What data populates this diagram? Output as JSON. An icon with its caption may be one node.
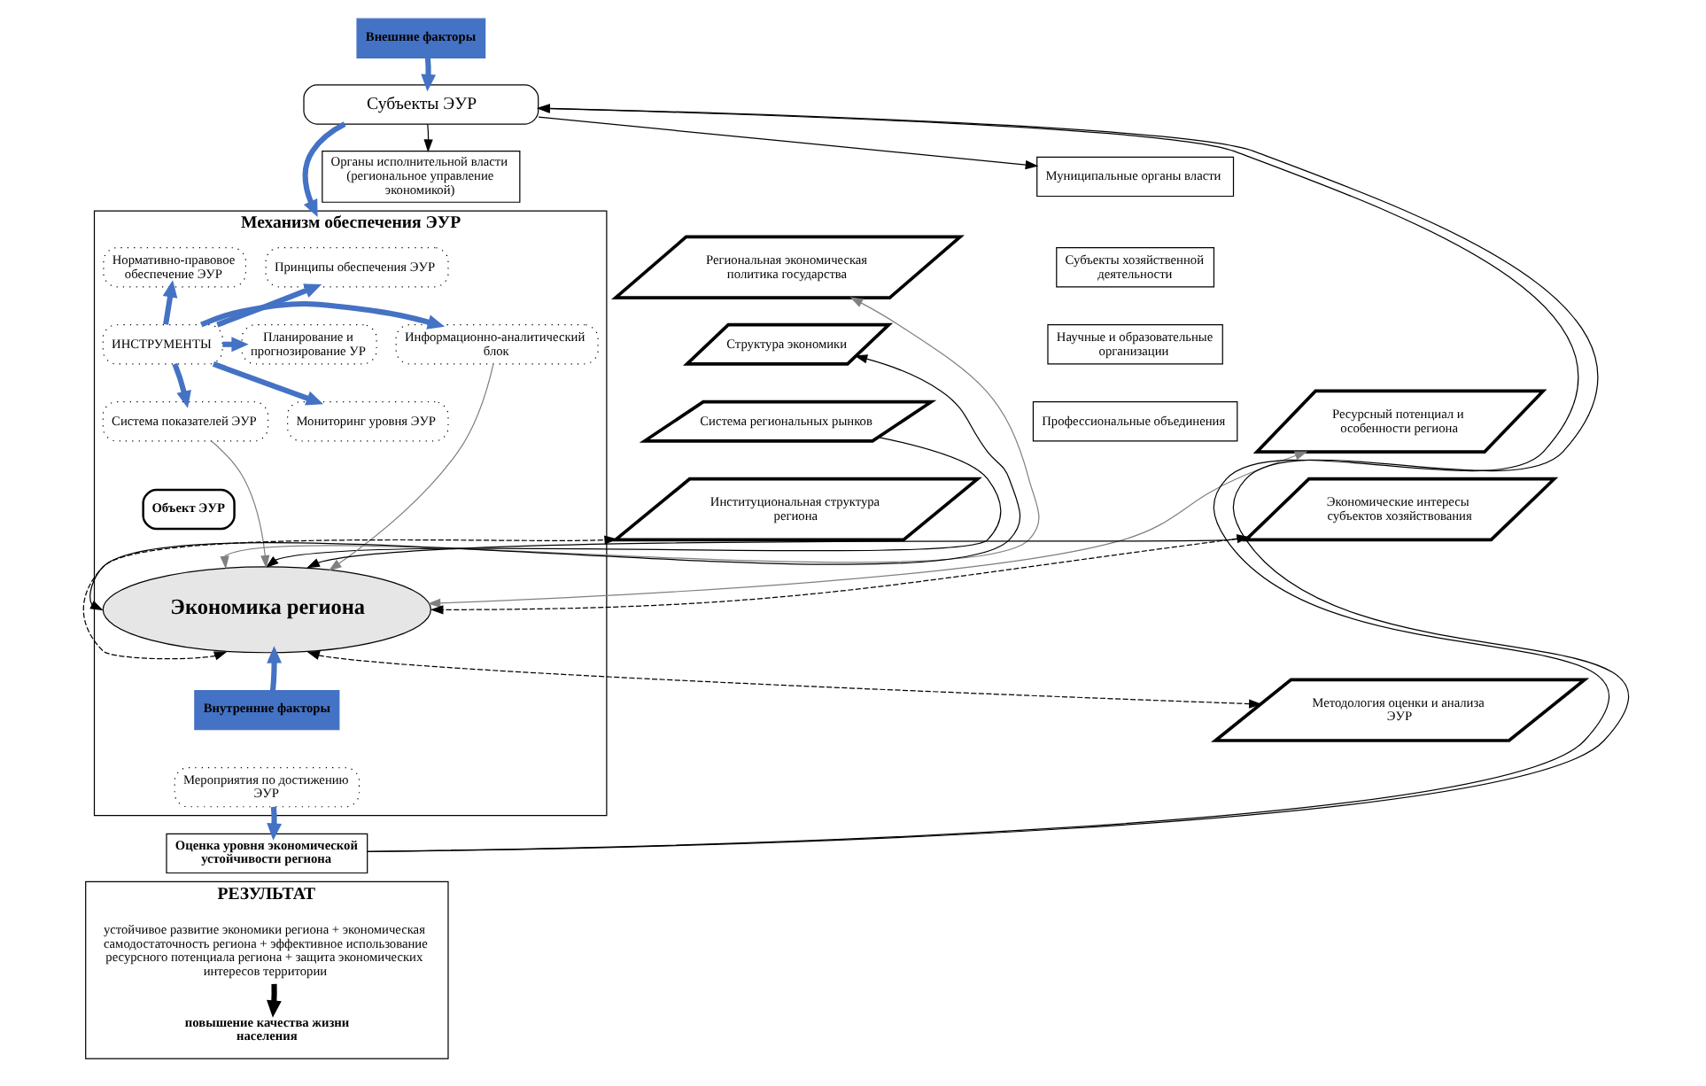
{
  "diagram": {
    "nodes": [
      {
        "text": [
          "Внешние факторы"
        ]
      },
      {
        "text": [
          "Субъекты ЭУР"
        ]
      },
      {
        "text": [
          "Органы исполнительной власти (региональное управление экономикой)"
        ]
      },
      {
        "text": [
          "Муниципальные органы власти"
        ]
      },
      {
        "text": [
          "Субъекты хозяйственной деятельности"
        ]
      },
      {
        "text": [
          "Научные и образовательные организации"
        ]
      },
      {
        "text": [
          "Профессиональные объединения"
        ]
      },
      {
        "text": [
          "Механизм обеспечения ЭУР"
        ]
      },
      {
        "text": [
          "Принципы обеспечения ЭУР"
        ],
        "in": 7
      },
      {
        "text": [
          "Нормативно-правовое обеспечение ЭУР"
        ],
        "in": 7
      },
      {
        "text": [
          "Информационно-аналитический блок"
        ],
        "in": 7
      },
      {
        "text": [
          "ИНСТРУМЕНТЫ"
        ],
        "in": 7
      },
      {
        "text": [
          "Планирование и прогнозирование УР"
        ],
        "in": 7
      },
      {
        "text": [
          "Система показателей ЭУР"
        ],
        "in": 7
      },
      {
        "text": [
          "Мониторинг уровня ЭУР"
        ],
        "in": 7
      },
      {
        "text": [
          "Региональная экономическая политика государства"
        ]
      },
      {
        "text": [
          "Структура экономики"
        ]
      },
      {
        "text": [
          "Система региональных рынков"
        ]
      },
      {
        "text": [
          "Институциональная структура региона"
        ]
      },
      {
        "text": [
          "Ресурсный потенциал и особенности региона"
        ]
      },
      {
        "text": [
          "Экономические интересы субъектов хозяйствования"
        ]
      },
      {
        "text": [
          "Методология оценки и анализа ЭУР"
        ]
      },
      {
        "text": [
          "Объект ЭУР"
        ],
        "in": 7
      },
      {
        "text": [
          "Экономика региона"
        ],
        "in": 7
      },
      {
        "text": [
          "Внутренние факторы"
        ],
        "in": 7
      },
      {
        "text": [
          "Мероприятия по достижению ЭУР"
        ],
        "in": 7
      },
      {
        "text": [
          "Оценка уровня экономической устойчивости региона"
        ]
      },
      {
        "text": [
          "РЕЗУЛЬТАТ"
        ]
      },
      {
        "text": [
          "устойчивое развитие экономики региона + экономическая самодостаточность региона + эффективное использование ресурсного потенциала региона + защита экономических интересов территории"
        ],
        "in": 27
      },
      {
        "text": [
          "повышение качества жизни населения"
        ],
        "in": 27
      }
    ],
    "edges": [
      {
        "from": 0,
        "to": 1,
        "arrow": "to",
        "style": "thick",
        "color": "#4472c4"
      },
      {
        "from": 1,
        "to": 2,
        "arrow": "to"
      },
      {
        "from": 1,
        "to": 3,
        "arrow": "to"
      },
      {
        "from": 1,
        "to": 7,
        "arrow": "to",
        "style": "thick",
        "color": "#4472c4"
      },
      {
        "from": 11,
        "to": 8,
        "arrow": "to",
        "style": "thick",
        "color": "#4472c4"
      },
      {
        "from": 11,
        "to": 9,
        "arrow": "to",
        "style": "thick",
        "color": "#4472c4"
      },
      {
        "from": 11,
        "to": 10,
        "arrow": "to",
        "style": "thick",
        "color": "#4472c4"
      },
      {
        "from": 11,
        "to": 12,
        "arrow": "to",
        "style": "thick",
        "color": "#4472c4"
      },
      {
        "from": 11,
        "to": 13,
        "arrow": "to",
        "style": "thick",
        "color": "#4472c4"
      },
      {
        "from": 11,
        "to": 14,
        "arrow": "to",
        "style": "thick",
        "color": "#4472c4"
      },
      {
        "from": 23,
        "to": 15,
        "arrow": "both",
        "color": "#808080"
      },
      {
        "from": 23,
        "to": 16,
        "arrow": "both"
      },
      {
        "from": 17,
        "to": 23,
        "arrow": "to"
      },
      {
        "from": 23,
        "to": 18,
        "arrow": "both",
        "style": "dashed"
      },
      {
        "from": 10,
        "to": 23,
        "arrow": "to",
        "color": "#808080"
      },
      {
        "from": 13,
        "to": 23,
        "arrow": "to",
        "color": "#808080"
      },
      {
        "from": 23,
        "to": 19,
        "arrow": "both",
        "color": "#808080"
      },
      {
        "from": 20,
        "to": 23,
        "arrow": "to"
      },
      {
        "from": 20,
        "to": 23,
        "arrow": "both",
        "style": "dashed"
      },
      {
        "from": 23,
        "to": 21,
        "arrow": "both",
        "style": "dashed"
      },
      {
        "from": 24,
        "to": 23,
        "arrow": "to",
        "style": "thick",
        "color": "#4472c4"
      },
      {
        "from": 25,
        "to": 26,
        "arrow": "to",
        "style": "thick",
        "color": "#4472c4"
      },
      {
        "from": 26,
        "to": 1,
        "arrow": "to"
      },
      {
        "from": 26,
        "to": 1,
        "arrow": "to"
      },
      {
        "from": 28,
        "to": 29,
        "arrow": "to",
        "style": "thick"
      }
    ]
  }
}
